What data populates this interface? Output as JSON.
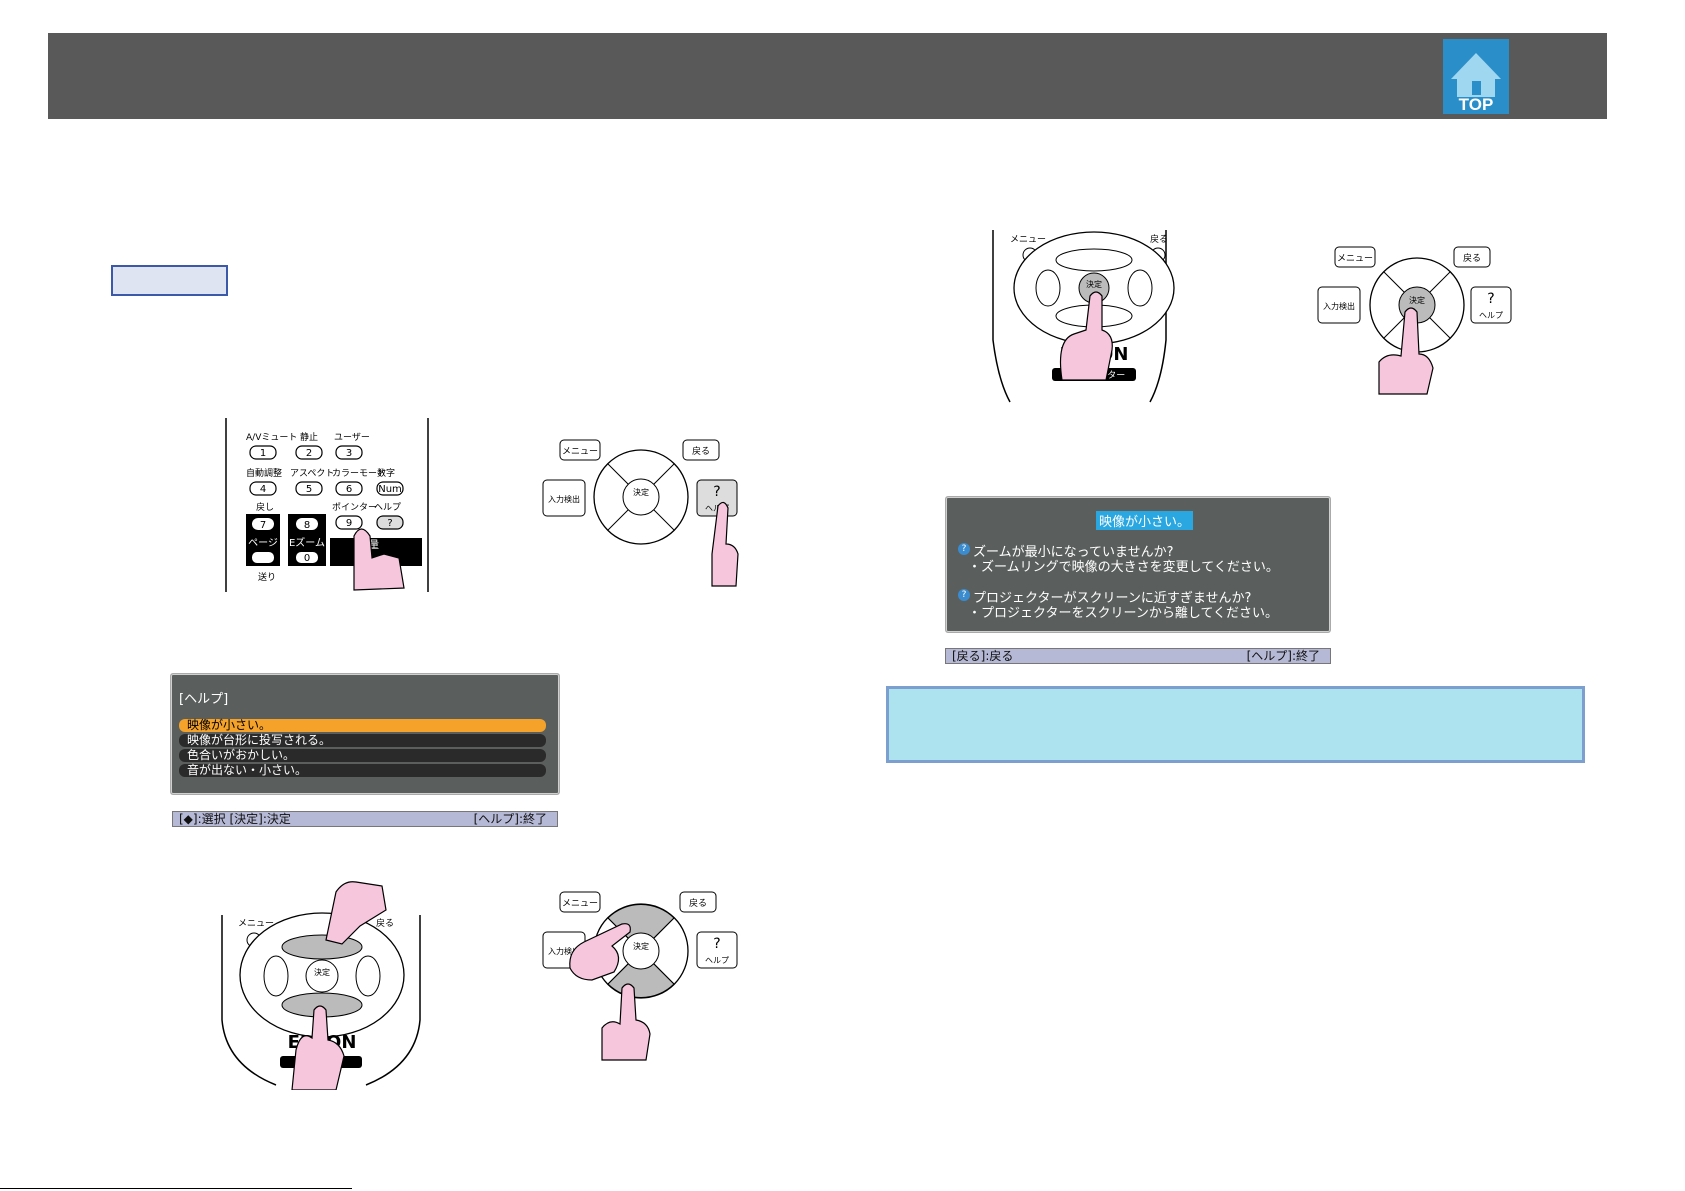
{
  "header": {
    "top_label": "TOP"
  },
  "remote_keys": {
    "av_mute": "A/Vミュート",
    "freeze": "静止",
    "user": "ユーザー",
    "auto_adjust": "自動調整",
    "aspect": "アスペクト",
    "color_mode": "カラーモード",
    "num_label": "数字",
    "back_keystone": "戻し",
    "pointer": "ポインター",
    "help": "ヘルプ",
    "page": "ページ",
    "e_zoom": "Eズーム",
    "volume": "音量",
    "forward": "送り",
    "k1": "1",
    "k2": "2",
    "k3": "3",
    "k4": "4",
    "k5": "5",
    "k6": "6",
    "k7": "7",
    "k8": "8",
    "k9": "9",
    "k0": "0",
    "num": "Num",
    "q": "?"
  },
  "panel_keys": {
    "menu": "メニュー",
    "esc": "戻る",
    "source": "入力検出",
    "enter": "決定",
    "help": "ヘルプ",
    "q": "?"
  },
  "remote_small": {
    "menu": "メニュー",
    "esc": "戻る",
    "enter": "決定",
    "brand": "EPSON",
    "projector": "プロジェクター"
  },
  "help_menu": {
    "title": "[ヘルプ]",
    "items": [
      "映像が小さい。",
      "映像が台形に投写される。",
      "色合いがおかしい。",
      "音が出ない・小さい。"
    ],
    "status_left": "[◆]:選択 [決定]:決定",
    "status_right": "[ヘルプ]:終了"
  },
  "help_detail": {
    "title": "映像が小さい。",
    "q1": "ズームが最小になっていませんか?",
    "a1": "・ズームリングで映像の大きさを変更してください。",
    "q2": "プロジェクターがスクリーンに近すぎませんか?",
    "a2": "・プロジェクターをスクリーンから離してください。",
    "status_left": "[戻る]:戻る",
    "status_right": "[ヘルプ]:終了"
  },
  "colors": {
    "header": "#595959",
    "finger": "#f6c7dc",
    "osd": "#5a5f5e",
    "note": "#ade3ef",
    "highlight": "#f4a22a",
    "title_hl": "#2aa7e0"
  }
}
